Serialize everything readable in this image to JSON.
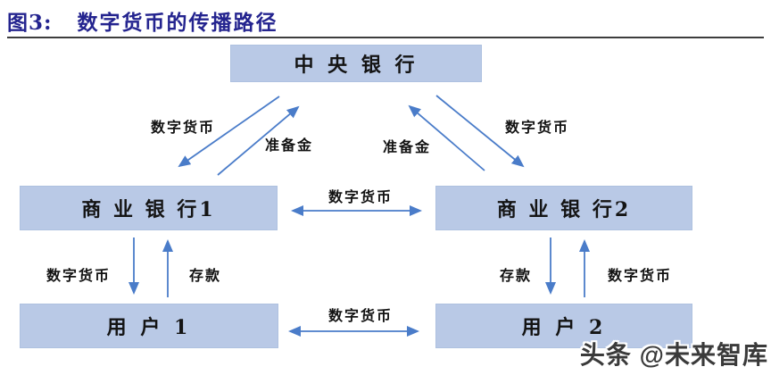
{
  "title": {
    "figure_label": "图3:",
    "text": "数字货币的传播路径"
  },
  "watermark": "头条 @未来智库",
  "diagram": {
    "nodes": {
      "central_bank": "中 央 银 行",
      "commercial_bank_1": "商 业 银 行1",
      "commercial_bank_2": "商 业 银 行2",
      "user_1": "用 户 1",
      "user_2": "用 户 2"
    },
    "edge_labels": {
      "dc_left_diag": "数字货币",
      "reserve_left": "准备金",
      "reserve_right": "准备金",
      "dc_right_diag": "数字货币",
      "dc_banks": "数字货币",
      "dc_left_vert": "数字货币",
      "deposit_left": "存款",
      "deposit_right": "存款",
      "dc_right_vert": "数字货币",
      "dc_users": "数字货币"
    },
    "colors": {
      "box_fill": "#b9c9e6",
      "arrow": "#4a7cc9",
      "title": "#24248f"
    }
  }
}
